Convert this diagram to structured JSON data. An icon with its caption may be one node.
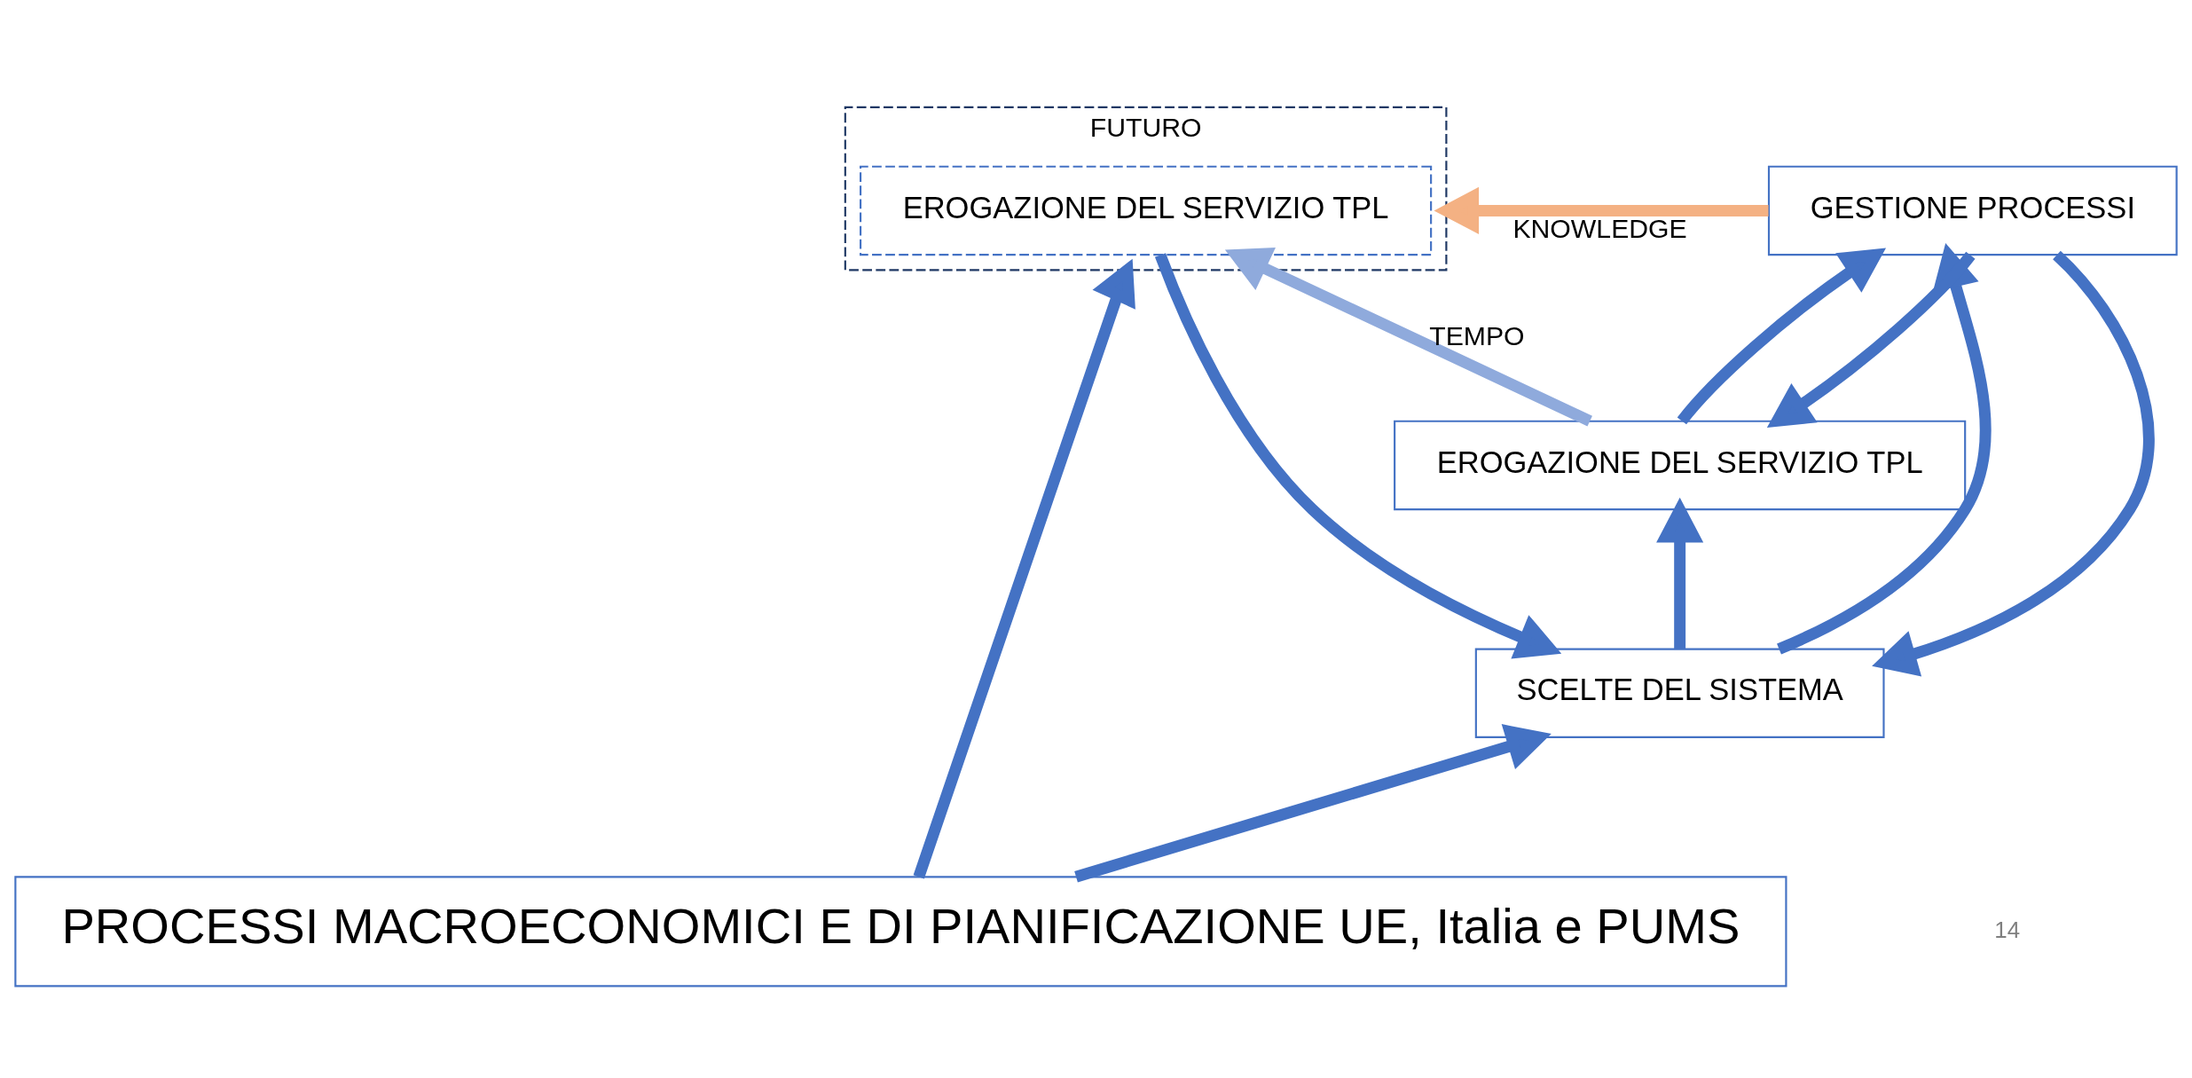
{
  "diagram": {
    "nodes": [
      {
        "text": [
          "SCELTE DEL SISTEMA"
        ]
      },
      {
        "text": [
          "EROGAZIONE DEL SERVIZIO TPL"
        ]
      },
      {
        "text": [
          "FUTURO"
        ]
      },
      {
        "text": [
          "EROGAZIONE DEL SERVIZIO TPL"
        ],
        "in": 2
      },
      {
        "text": [
          "GESTIONE PROCESSI"
        ]
      },
      {
        "text": [
          "PROCESSI MACROECONOMICI E DI PIANIFICAZIONE UE, Italia e PUMS"
        ]
      }
    ],
    "edges": [
      {
        "from": 3,
        "to": 0,
        "arrow": "to"
      },
      {
        "from": 0,
        "to": 1,
        "arrow": "to"
      },
      {
        "from": 1,
        "to": 3,
        "arrow": "to",
        "label": "TEMPO",
        "color": "#8faadc"
      },
      {
        "from": 0,
        "to": 4,
        "arrow": "to"
      },
      {
        "from": 4,
        "to": 0,
        "arrow": "to"
      },
      {
        "from": 4,
        "to": 1,
        "arrow": "to"
      },
      {
        "from": 1,
        "to": 4,
        "arrow": "to"
      },
      {
        "from": 4,
        "to": 2,
        "arrow": "to",
        "label": "KNOWLEDGE",
        "color": "#f4b183"
      },
      {
        "from": 5,
        "to": 0,
        "arrow": "to"
      },
      {
        "from": 5,
        "to": 2,
        "arrow": "to"
      }
    ],
    "labels": [
      "14"
    ]
  }
}
